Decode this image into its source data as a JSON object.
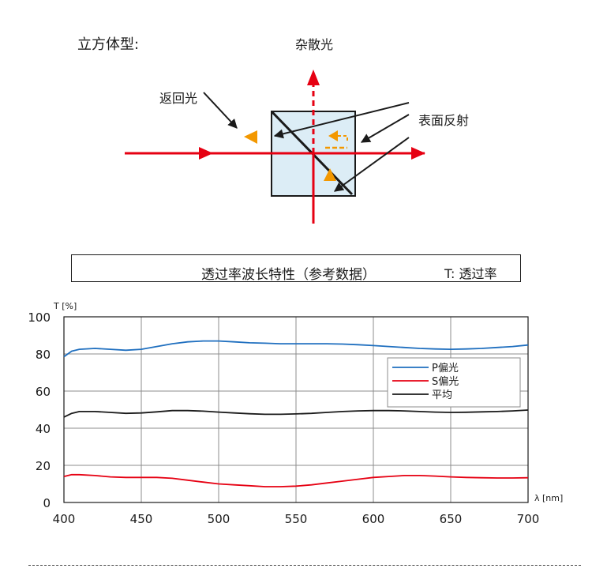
{
  "diagram": {
    "type_label": "立方体型:",
    "stray_light_label": "杂散光",
    "return_light_label": "返回光",
    "surface_reflection_label": "表面反射",
    "colors": {
      "beam": "#e60012",
      "marker": "#f39800",
      "cube_fill": "#dcedf6",
      "line": "#1a1a1a"
    }
  },
  "heading": {
    "title": "透过率波长特性（参考数据）",
    "note": "T:  透过率"
  },
  "chart_data": {
    "type": "line",
    "ylabel": "T [%]",
    "xlabel": "λ [nm]",
    "xlim": [
      400,
      700
    ],
    "ylim": [
      0,
      100
    ],
    "x_ticks": [
      400,
      450,
      500,
      550,
      600,
      650,
      700
    ],
    "y_ticks": [
      0,
      20,
      40,
      60,
      80,
      100
    ],
    "grid": true,
    "legend_position": "right",
    "series": [
      {
        "name": "P偏光",
        "color": "#1f6fbf",
        "x": [
          400,
          405,
          410,
          420,
          430,
          440,
          450,
          460,
          470,
          480,
          490,
          500,
          510,
          520,
          530,
          540,
          550,
          560,
          570,
          580,
          590,
          600,
          610,
          620,
          630,
          640,
          650,
          660,
          670,
          680,
          690,
          700
        ],
        "values": [
          78.5,
          81.5,
          82.5,
          83,
          82.5,
          82,
          82.5,
          84,
          85.5,
          86.5,
          87,
          87,
          86.5,
          86,
          85.8,
          85.5,
          85.5,
          85.5,
          85.5,
          85.3,
          85,
          84.5,
          84,
          83.5,
          83,
          82.7,
          82.5,
          82.7,
          83,
          83.5,
          84,
          84.8
        ]
      },
      {
        "name": "S偏光",
        "color": "#e60012",
        "x": [
          400,
          405,
          410,
          420,
          430,
          440,
          450,
          460,
          470,
          480,
          490,
          500,
          510,
          520,
          530,
          540,
          550,
          560,
          570,
          580,
          590,
          600,
          610,
          620,
          630,
          640,
          650,
          660,
          670,
          680,
          690,
          700
        ],
        "values": [
          14,
          15,
          15,
          14.5,
          13.8,
          13.5,
          13.5,
          13.5,
          13,
          12,
          11,
          10,
          9.5,
          9,
          8.5,
          8.5,
          8.8,
          9.5,
          10.5,
          11.5,
          12.5,
          13.5,
          14,
          14.5,
          14.5,
          14.2,
          13.8,
          13.5,
          13.3,
          13.2,
          13.2,
          13.3
        ]
      },
      {
        "name": "平均",
        "color": "#1a1a1a",
        "x": [
          400,
          405,
          410,
          420,
          430,
          440,
          450,
          460,
          470,
          480,
          490,
          500,
          510,
          520,
          530,
          540,
          550,
          560,
          570,
          580,
          590,
          600,
          610,
          620,
          630,
          640,
          650,
          660,
          670,
          680,
          690,
          700
        ],
        "values": [
          46,
          48,
          49,
          49,
          48.5,
          48,
          48.2,
          48.8,
          49.5,
          49.5,
          49.2,
          48.7,
          48.2,
          47.8,
          47.5,
          47.5,
          47.7,
          48,
          48.5,
          49,
          49.3,
          49.5,
          49.5,
          49.3,
          49,
          48.7,
          48.5,
          48.6,
          48.8,
          49,
          49.3,
          49.8
        ]
      }
    ]
  }
}
